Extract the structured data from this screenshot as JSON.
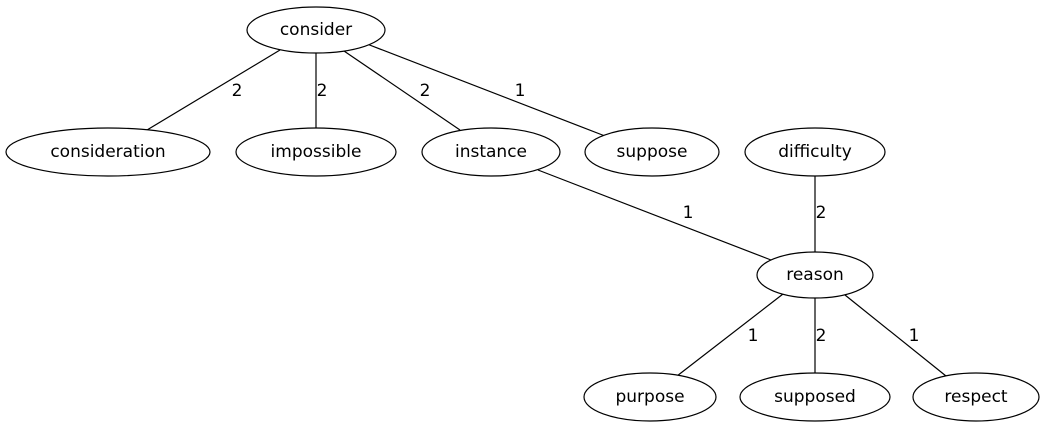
{
  "graph": {
    "nodes": [
      {
        "id": "consider",
        "label": "consider"
      },
      {
        "id": "consideration",
        "label": "consideration"
      },
      {
        "id": "impossible",
        "label": "impossible"
      },
      {
        "id": "instance",
        "label": "instance"
      },
      {
        "id": "suppose",
        "label": "suppose"
      },
      {
        "id": "difficulty",
        "label": "difficulty"
      },
      {
        "id": "reason",
        "label": "reason"
      },
      {
        "id": "purpose",
        "label": "purpose"
      },
      {
        "id": "supposed",
        "label": "supposed"
      },
      {
        "id": "respect",
        "label": "respect"
      }
    ],
    "edges": [
      {
        "source": "consider",
        "target": "consideration",
        "weight": "2"
      },
      {
        "source": "consider",
        "target": "impossible",
        "weight": "2"
      },
      {
        "source": "consider",
        "target": "instance",
        "weight": "2"
      },
      {
        "source": "consider",
        "target": "suppose",
        "weight": "1"
      },
      {
        "source": "instance",
        "target": "reason",
        "weight": "1"
      },
      {
        "source": "difficulty",
        "target": "reason",
        "weight": "2"
      },
      {
        "source": "reason",
        "target": "purpose",
        "weight": "1"
      },
      {
        "source": "reason",
        "target": "supposed",
        "weight": "2"
      },
      {
        "source": "reason",
        "target": "respect",
        "weight": "1"
      }
    ]
  }
}
